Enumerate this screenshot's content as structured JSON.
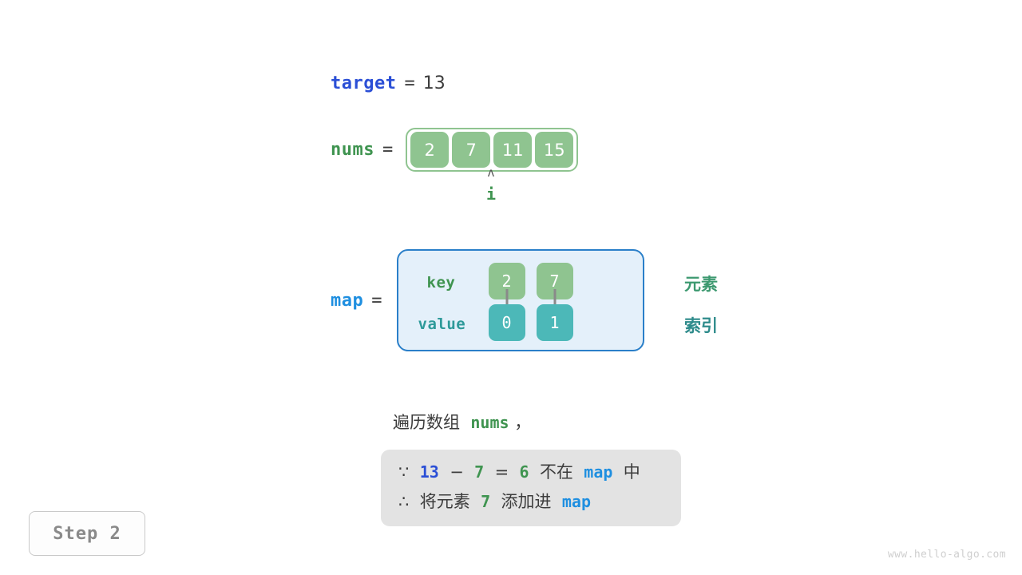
{
  "target": {
    "name": "target",
    "equals": "=",
    "value": "13"
  },
  "nums": {
    "name": "nums",
    "equals": "=",
    "cells": [
      "2",
      "7",
      "11",
      "15"
    ]
  },
  "pointer": {
    "caret": "ʌ",
    "label": "i"
  },
  "map": {
    "name": "map",
    "equals": "=",
    "key_label": "key",
    "value_label": "value",
    "keys": [
      "2",
      "7"
    ],
    "values": [
      "0",
      "1"
    ],
    "side_labels": {
      "element": "元素",
      "index": "索引"
    }
  },
  "caption": {
    "prefix": "遍历数组",
    "var": "nums",
    "suffix": "，"
  },
  "note": {
    "line1": {
      "symbol": "∵",
      "a": "13",
      "minus": "−",
      "b": "7",
      "eq": "=",
      "result": "6",
      "text_mid": "不在",
      "var": "map",
      "text_end": "中"
    },
    "line2": {
      "symbol": "∴",
      "text_start": "将元素",
      "value": "7",
      "text_mid": "添加进",
      "var": "map"
    }
  },
  "step_badge": {
    "label": "Step 2"
  },
  "watermark": {
    "text": "www.hello-algo.com"
  },
  "colors": {
    "green_cell": "#8fc490",
    "teal_cell": "#4cb8b8",
    "blue_border": "#2a7fc9",
    "blue_fill": "#e4f0fa",
    "target_blue": "#2b4fd6",
    "map_blue": "#1f8fe0",
    "nums_green": "#3f9450",
    "note_bg": "#e3e3e3"
  }
}
